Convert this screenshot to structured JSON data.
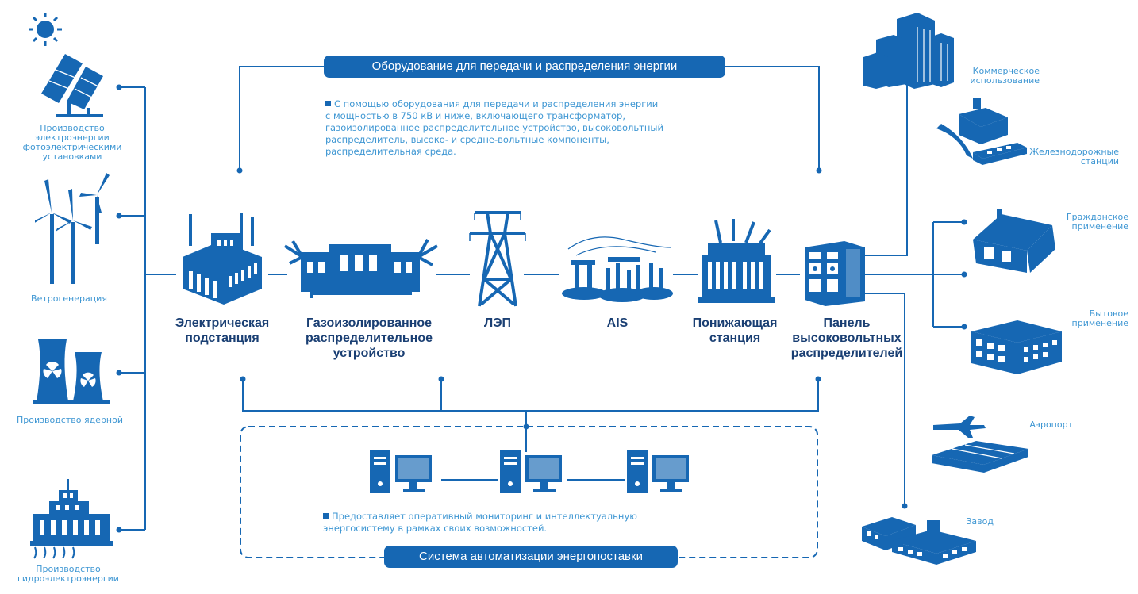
{
  "colors": {
    "primary": "#1667b3",
    "line": "#1667b3",
    "light_text": "#3f97d3",
    "dark_text": "#1a3f73"
  },
  "top_pill": "Оборудование для передачи и распределения энергии",
  "bottom_pill": "Система автоматизации энергопоставки",
  "description_top": [
    "С помощью оборудования для передачи и распределения энергии",
    "с мощностью в 750 кВ и ниже, включающего трансформатор,",
    "газоизолированное распределительное устройство, высоковольтный",
    "распределитель, высоко- и средне-вольтные компоненты,",
    "распределительная среда."
  ],
  "description_bottom": [
    "Предоставляет оперативный мониторинг и интеллектуальную",
    "энергосистему в рамках своих возможностей."
  ],
  "sources": [
    {
      "icon": "solar-panel-icon",
      "lines": [
        "Производство",
        "электроэнергии",
        "фотоэлектрическими",
        "установками"
      ]
    },
    {
      "icon": "wind-turbine-icon",
      "lines": [
        "Ветрогенерация"
      ]
    },
    {
      "icon": "nuclear-plant-icon",
      "lines": [
        "Производство ядерной"
      ]
    },
    {
      "icon": "hydro-plant-icon",
      "lines": [
        "Производство",
        "гидроэлектроэнергии"
      ]
    }
  ],
  "chain": [
    {
      "icon": "substation-icon",
      "lines": [
        "Электрическая",
        "подстанция"
      ]
    },
    {
      "icon": "gis-icon",
      "lines": [
        "Газоизолированное",
        "распределительное",
        "устройство"
      ]
    },
    {
      "icon": "power-tower-icon",
      "lines": [
        "ЛЭП"
      ]
    },
    {
      "icon": "ais-icon",
      "lines": [
        "AIS"
      ]
    },
    {
      "icon": "transformer-icon",
      "lines": [
        "Понижающая",
        "станция"
      ]
    },
    {
      "icon": "hv-panel-icon",
      "lines": [
        "Панель",
        "высоковольтных",
        "распределителей"
      ]
    }
  ],
  "consumers": [
    {
      "icon": "office-buildings-icon",
      "lines": [
        "Коммерческое",
        "использование"
      ]
    },
    {
      "icon": "train-station-icon",
      "lines": [
        "Железнодорожные",
        "станции"
      ]
    },
    {
      "icon": "house-icon",
      "lines": [
        "Гражданское",
        "применение"
      ]
    },
    {
      "icon": "apartment-icon",
      "lines": [
        "Бытовое",
        "применение"
      ]
    },
    {
      "icon": "airport-icon",
      "lines": [
        "Аэропорт"
      ]
    },
    {
      "icon": "factory-icon",
      "lines": [
        "Завод"
      ]
    }
  ],
  "computers": [
    {
      "icon": "computer-icon"
    },
    {
      "icon": "computer-icon"
    },
    {
      "icon": "computer-icon"
    }
  ]
}
